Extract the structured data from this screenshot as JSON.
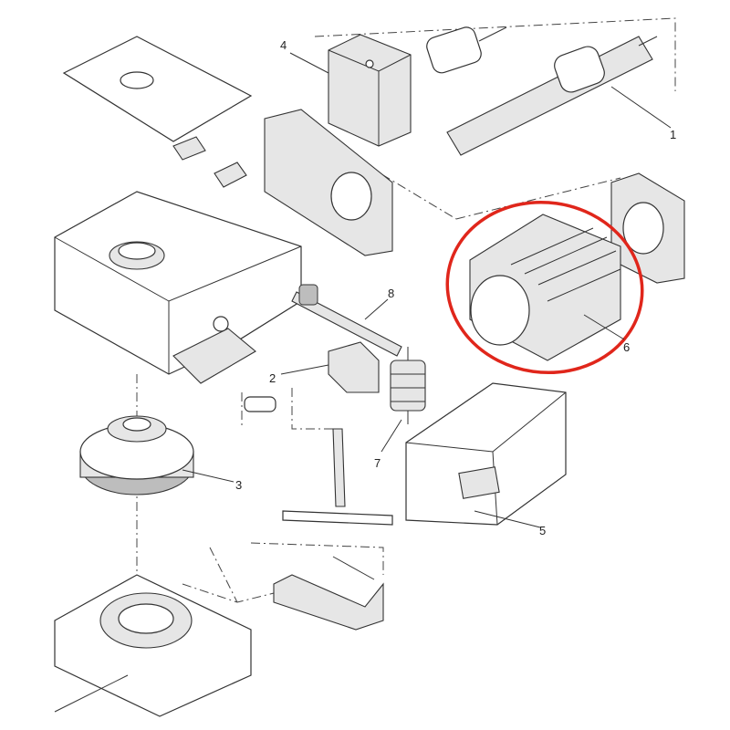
{
  "diagram": {
    "type": "exploded-parts-view",
    "part_labels": [
      "1",
      "2",
      "3",
      "4",
      "5",
      "6",
      "7",
      "8"
    ],
    "highlight": {
      "part": "6",
      "color": "#e0261b"
    }
  }
}
